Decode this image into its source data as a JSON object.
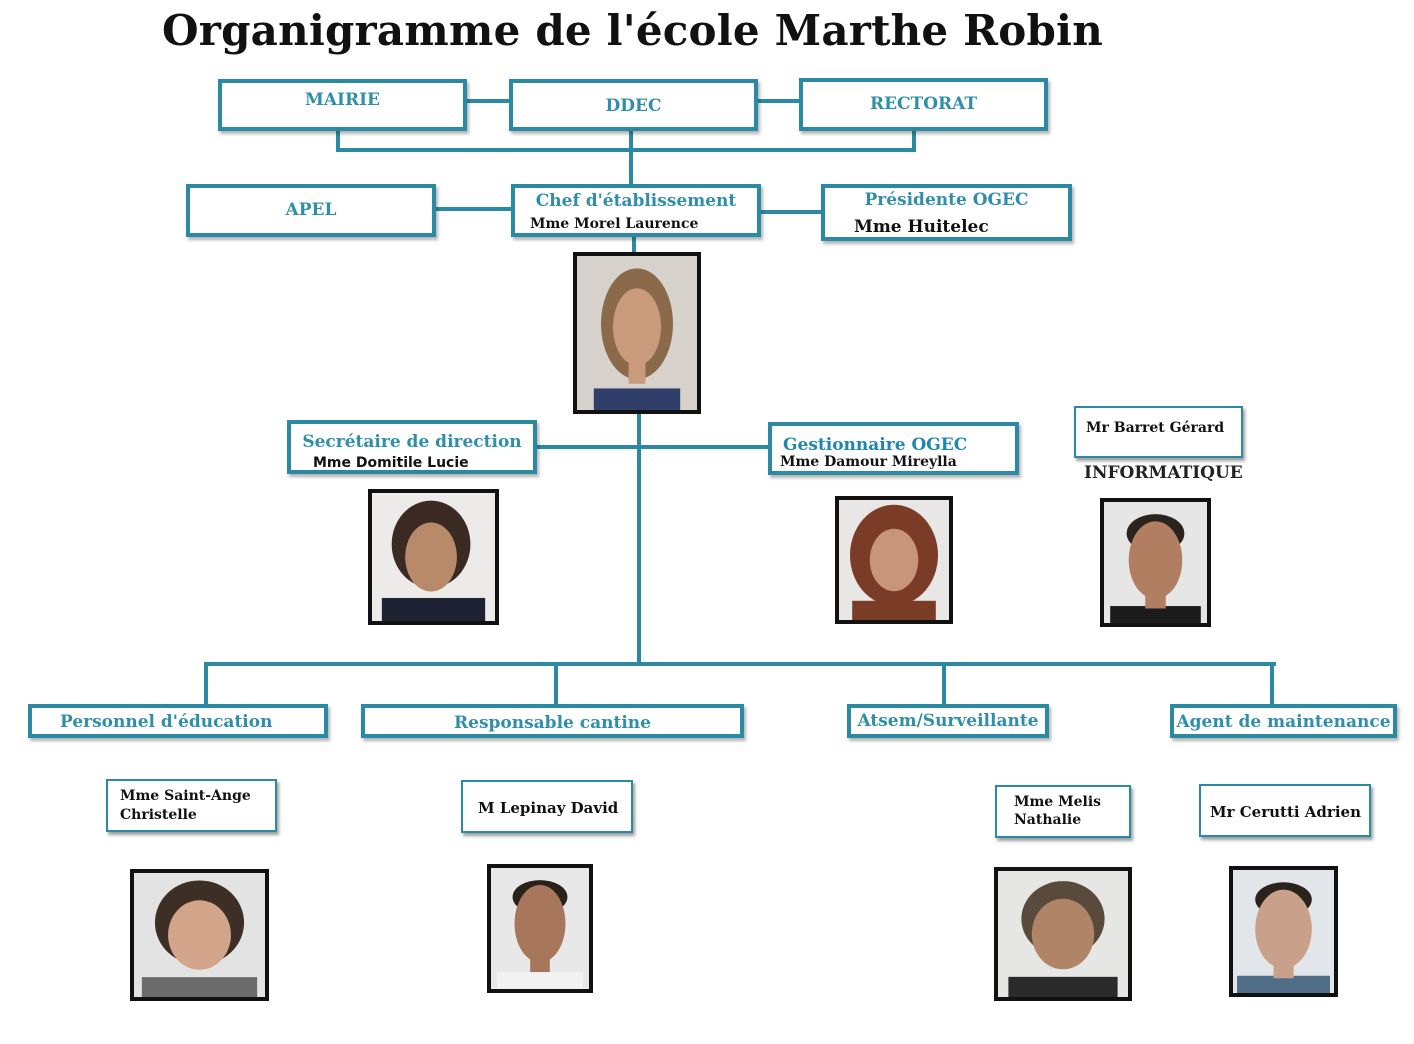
{
  "title": "Organigramme de l'école Marthe Robin",
  "top_row": {
    "mairie": "MAIRIE",
    "ddec": "DDEC",
    "rectorat": "RECTORAT"
  },
  "second_row": {
    "apel": "APEL",
    "chef": {
      "role": "Chef d'établissement",
      "name": "Mme Morel Laurence"
    },
    "ogec_president": {
      "role": "Présidente OGEC",
      "name": "Mme Huitelec"
    }
  },
  "third_row": {
    "secretaire": {
      "role": "Secrétaire de direction",
      "name": "Mme Domitile Lucie"
    },
    "gestionnaire": {
      "role": "Gestionnaire OGEC",
      "name": "Mme Damour Mireylla"
    },
    "informatique": {
      "name": "Mr Barret Gérard",
      "caption": "INFORMATIQUE"
    }
  },
  "departments": {
    "education": "Personnel d'éducation",
    "cantine": "Responsable cantine",
    "atsem": "Atsem/Surveillante",
    "maintenance": "Agent de maintenance"
  },
  "staff": {
    "education_line1": "Mme Saint-Ange",
    "education_line2": "Christelle",
    "cantine": "M Lepinay David",
    "atsem_line1": "Mme Melis",
    "atsem_line2": "Nathalie",
    "maintenance": "Mr Cerutti Adrien"
  },
  "colors": {
    "accent": "#2a8aa3",
    "label_text": "#2f8fab",
    "photo_frame": "#111111"
  }
}
